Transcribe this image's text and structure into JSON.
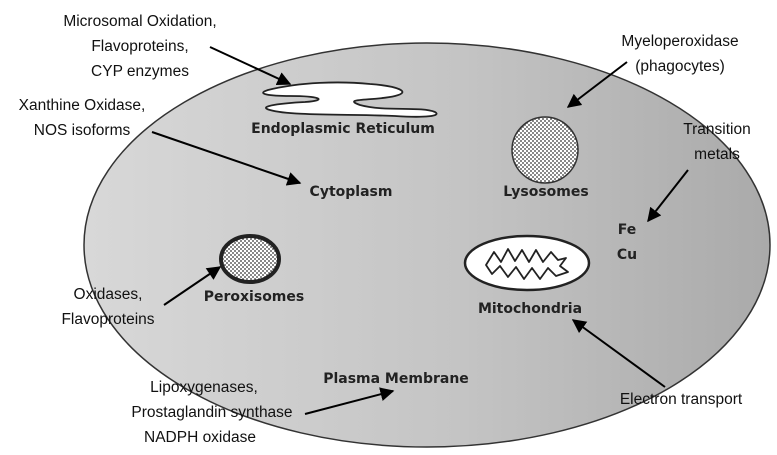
{
  "compartments": {
    "endoplasmic_reticulum": "Endoplasmic Reticulum",
    "cytoplasm": "Cytoplasm",
    "lysosomes": "Lysosomes",
    "peroxisomes": "Peroxisomes",
    "mitochondria": "Mitochondria",
    "plasma_membrane": "Plasma Membrane",
    "metals": [
      "Fe",
      "Cu"
    ]
  },
  "sources": {
    "microsomal": [
      "Microsomal Oxidation,",
      "Flavoproteins,",
      "CYP enzymes"
    ],
    "xanthine": [
      "Xanthine Oxidase,",
      "NOS isoforms"
    ],
    "myeloperoxidase": [
      "Myeloperoxidase",
      "(phagocytes)"
    ],
    "transition_metals": [
      "Transition",
      "metals"
    ],
    "oxidases": [
      "Oxidases,",
      "Flavoproteins"
    ],
    "lipoxygenases": [
      "Lipoxygenases,",
      "Prostaglandin synthase",
      "NADPH oxidase"
    ],
    "electron_transport": "Electron transport"
  }
}
